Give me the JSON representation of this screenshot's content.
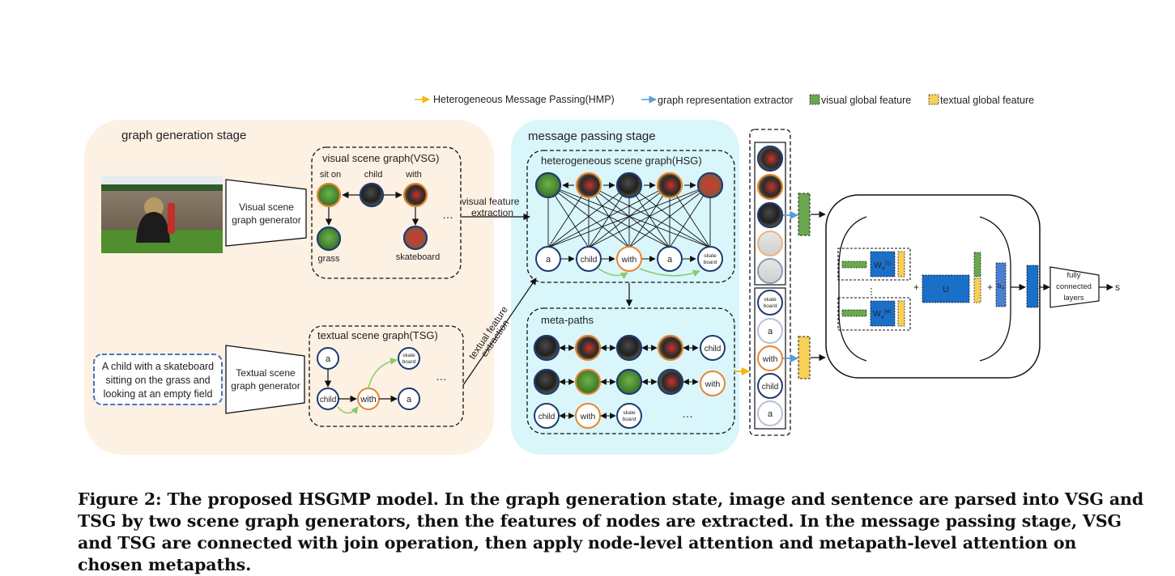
{
  "legend": {
    "hmp": "Heterogeneous Message Passing(HMP)",
    "gre": "graph representation extractor",
    "visual_global": "visual global feature",
    "textual_global": "textual global feature"
  },
  "stages": {
    "generation": "graph generation stage",
    "message_passing": "message passing stage"
  },
  "vsg": {
    "title": "visual scene graph(VSG)",
    "labels": [
      "sit on",
      "child",
      "with",
      "grass",
      "skateboard"
    ],
    "ellipsis": "…"
  },
  "tsg": {
    "title": "textual scene graph(TSG)",
    "nodes": [
      "a",
      "child",
      "with",
      "a"
    ],
    "skate": [
      "skate",
      "board"
    ],
    "ellipsis": "…"
  },
  "generators": {
    "visual": [
      "Visual scene",
      "graph generator"
    ],
    "textual": [
      "Textual scene",
      "graph generator"
    ]
  },
  "sentence": [
    "A child with a skateboard",
    "sitting on the grass and",
    "looking at an empty field"
  ],
  "arrows": {
    "visual_feature": [
      "visual feature",
      "extraction"
    ],
    "textual_feature": [
      "textual feature",
      "extraction"
    ]
  },
  "hsg": {
    "title": "heterogeneous scene graph(HSG)",
    "text_nodes": [
      "a",
      "child",
      "with",
      "a"
    ],
    "skate": [
      "skate",
      "board"
    ]
  },
  "metapaths": {
    "title": "meta-paths",
    "row1_end": "child",
    "row2_end": "with",
    "row3": [
      "child",
      "with"
    ],
    "skate": [
      "skate",
      "board"
    ],
    "ellipsis": "…"
  },
  "column": {
    "text_nodes": [
      "a",
      "with",
      "child",
      "a"
    ],
    "skate": [
      "skate",
      "board"
    ]
  },
  "module": {
    "w1": "W",
    "w1_sub": "4",
    "w1_sup": "[1]",
    "wm": "W",
    "wm_sub": "4",
    "wm_sup": "[M]",
    "u": "U",
    "b": "b",
    "b_sub": "4",
    "plus": "+",
    "vdots": "⋮",
    "fc": [
      "fully",
      "connected",
      "layers"
    ],
    "output": "s"
  },
  "colors": {
    "hmp_arrow": "#f5b50f",
    "gre_arrow": "#5b9bd5",
    "visual_global": "#6aa84f",
    "textual_global": "#f7d155",
    "node_dark": "#1f3b70",
    "node_orange": "#e6862f",
    "generation_bg": "#fdf1e4",
    "message_bg": "#d9f6fb",
    "module_blue": "#1a6fc9",
    "sentence_border": "#4a72c4"
  },
  "caption": "Figure 2: The proposed HSGMP model. In the graph generation state, image and sentence are parsed into VSG and TSG by two scene graph generators, then the features of nodes are extracted. In the message passing stage, VSG and TSG are connected with join operation, then apply node-level attention and metapath-level attention on chosen metapaths."
}
